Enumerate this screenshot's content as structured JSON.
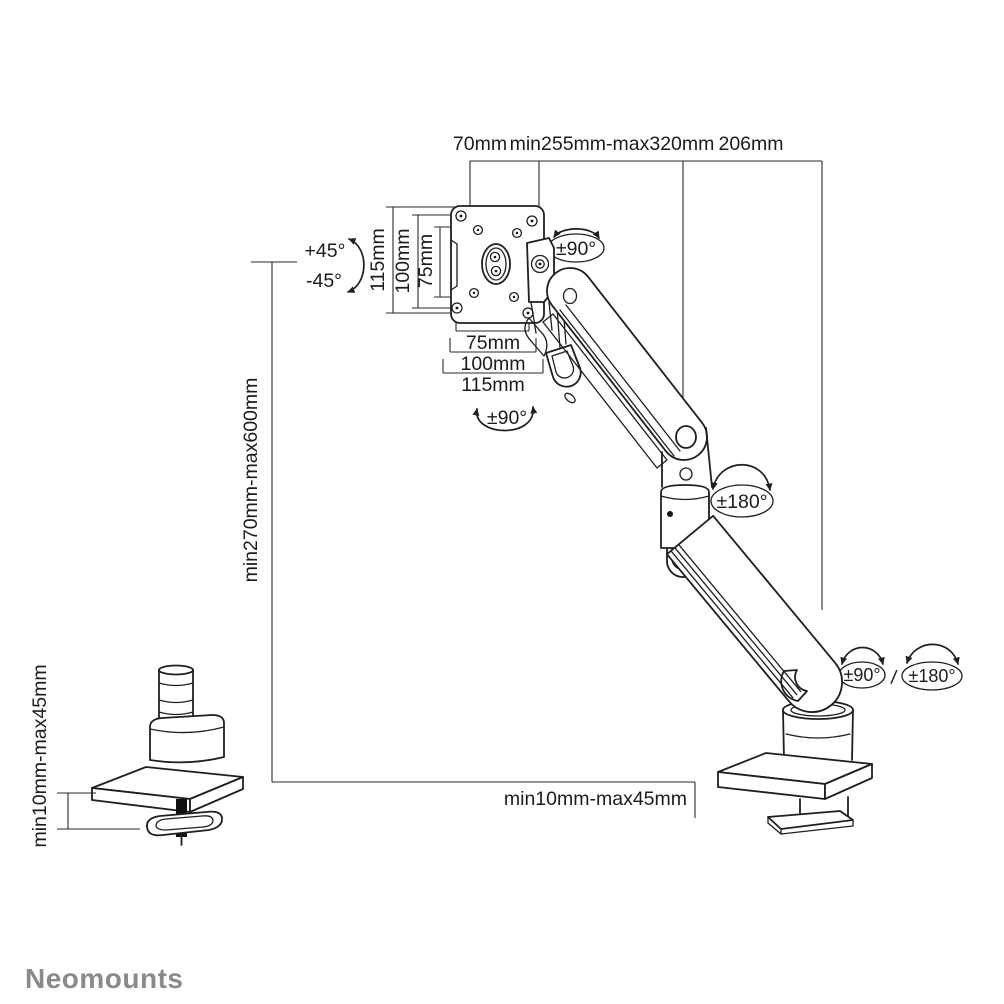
{
  "brand": "Neomounts",
  "dimensions": {
    "vesa_depth": "70mm",
    "upper_arm_reach": "min255mm-max320mm",
    "lower_arm_reach": "206mm",
    "vesa_vertical": {
      "v115": "115mm",
      "v100": "100mm",
      "v75": "75mm"
    },
    "vesa_horizontal": {
      "h75": "75mm",
      "h100": "100mm",
      "h115": "115mm"
    },
    "height_range": "min270mm-max600mm",
    "clamp_thickness": "min10mm-max45mm",
    "grommet_thickness": "min10mm-max45mm"
  },
  "angles": {
    "tilt_up": "+45°",
    "tilt_down": "-45°",
    "head_swivel": "±90°",
    "vesa_rotation": "±90°",
    "elbow_rotation": "±180°",
    "base_swivel": "±90°",
    "base_separator": "/",
    "base_rotation": "±180°"
  }
}
